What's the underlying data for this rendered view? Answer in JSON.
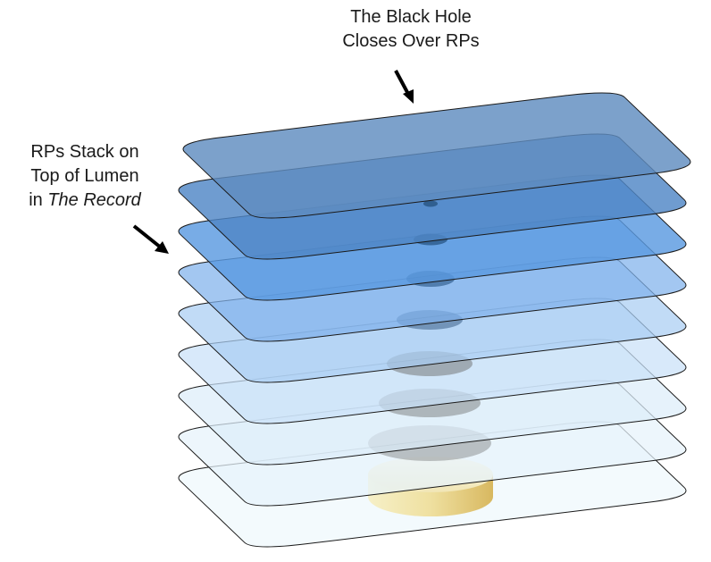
{
  "annotations": {
    "top_label": {
      "line1": "The Black Hole",
      "line2": "Closes Over RPs"
    },
    "left_label": {
      "line1": "RPs Stack on",
      "line2": "Top of Lumen",
      "line3_prefix": "in ",
      "line3_italic": "The Record"
    }
  },
  "colors": {
    "layer_fills": [
      "#5f8cbf",
      "#4f86c6",
      "#5a9ae0",
      "#7fb2ec",
      "#a9cdf3",
      "#c9e1f8",
      "#dcedfa",
      "#e6f3fb",
      "#eef8fc"
    ],
    "hole_color": "#2c5a8a",
    "hole_gray": "#6e6e6e",
    "lumen_color": "#f0e4a8",
    "arrow_color": "#000000"
  }
}
